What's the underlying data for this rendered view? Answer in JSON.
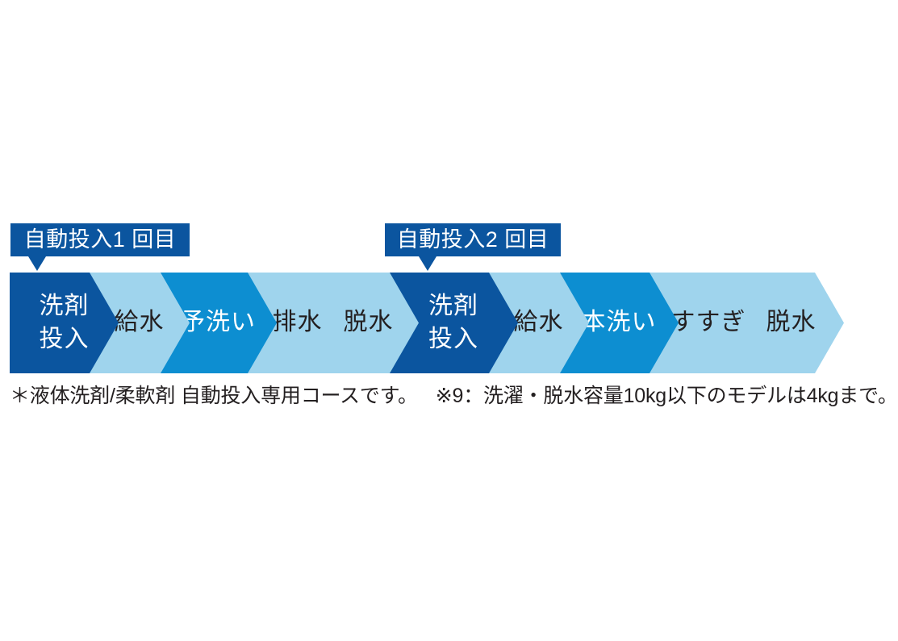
{
  "diagram": {
    "title_hidden": "",
    "colors": {
      "dark_blue": "#0b559f",
      "mid_blue": "#0d8ed1",
      "light_blue": "#9fd4ed",
      "text_dark": "#231f20",
      "text_light": "#ffffff",
      "background": "#ffffff"
    },
    "callouts": [
      {
        "text": "自動投入1 回目",
        "target_step_index": 0
      },
      {
        "text": "自動投入2 回目",
        "target_step_index": 5
      }
    ],
    "steps": [
      {
        "index": 0,
        "lines": [
          "洗剤",
          "投入"
        ],
        "style": "dark"
      },
      {
        "index": 1,
        "lines": [
          "給水"
        ],
        "style": "light"
      },
      {
        "index": 2,
        "lines": [
          "予洗い"
        ],
        "style": "mid"
      },
      {
        "index": 3,
        "lines": [
          "排水"
        ],
        "style": "light"
      },
      {
        "index": 4,
        "lines": [
          "脱水"
        ],
        "style": "light"
      },
      {
        "index": 5,
        "lines": [
          "洗剤",
          "投入"
        ],
        "style": "dark"
      },
      {
        "index": 6,
        "lines": [
          "給水"
        ],
        "style": "light"
      },
      {
        "index": 7,
        "lines": [
          "本洗い"
        ],
        "style": "mid"
      },
      {
        "index": 8,
        "lines": [
          "すすぎ"
        ],
        "style": "light"
      },
      {
        "index": 9,
        "lines": [
          "脱水"
        ],
        "style": "light"
      }
    ],
    "footnote": {
      "part1": "＊液体洗剤/柔軟剤 自動投入専用コースです。",
      "part2": "※9：洗濯・脱水容量10kg以下のモデルは4kgまで。"
    }
  }
}
